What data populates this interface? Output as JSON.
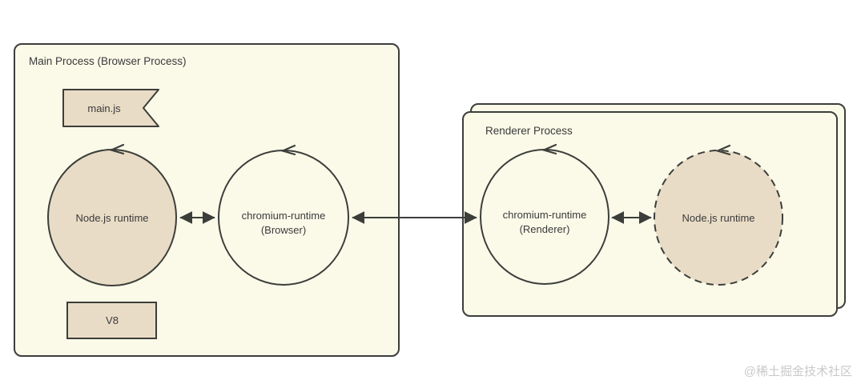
{
  "colors": {
    "background": "#ffffff",
    "box_fill": "#fbfae9",
    "node_fill": "#e9dcc6",
    "stroke": "#3c3e3a",
    "text": "#3a3a3a",
    "watermark": "#c9c9c9"
  },
  "main_process": {
    "title": "Main Process (Browser Process)",
    "main_js_label": "main.js",
    "node_runtime_label": "Node.js runtime",
    "chromium_line1": "chromium-runtime",
    "chromium_line2": "(Browser)",
    "v8_label": "V8"
  },
  "renderer_process": {
    "title": "Renderer Process",
    "chromium_line1": "chromium-runtime",
    "chromium_line2": "(Renderer)",
    "node_runtime_label": "Node.js runtime"
  },
  "watermark": "@稀土掘金技术社区"
}
